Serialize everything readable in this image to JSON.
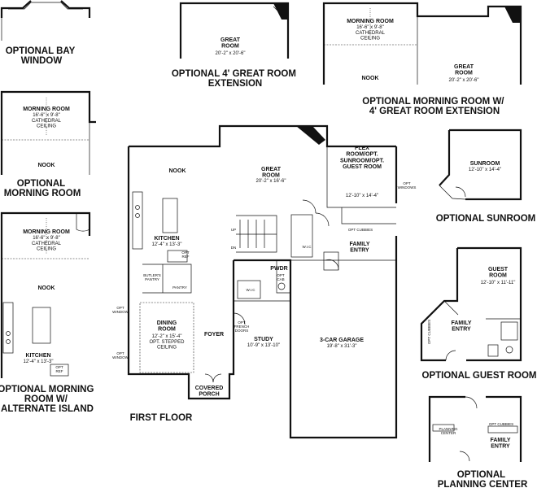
{
  "captions": {
    "bay_window": [
      "OPTIONAL BAY",
      "WINDOW"
    ],
    "great_room_ext": [
      "OPTIONAL 4' GREAT ROOM",
      "EXTENSION"
    ],
    "morning_room_ext": [
      "OPTIONAL MORNING ROOM W/",
      "4' GREAT ROOM EXTENSION"
    ],
    "morning_room": [
      "OPTIONAL",
      "MORNING ROOM"
    ],
    "sunroom": [
      "OPTIONAL SUNROOM"
    ],
    "alt_island": [
      "OPTIONAL MORNING",
      "ROOM W/",
      "ALTERNATE ISLAND"
    ],
    "first_floor": [
      "FIRST FLOOR"
    ],
    "guest_room": [
      "OPTIONAL GUEST ROOM"
    ],
    "planning_center": [
      "OPTIONAL",
      "PLANNING CENTER"
    ]
  },
  "rooms": {
    "ext_great": {
      "name": "GREAT\nROOM",
      "dim": "20'-2\" x 20'-6\""
    },
    "ext2_morning": {
      "name": "MORNING ROOM",
      "dim": "16'-6\" x 9'-8\"",
      "note": "CATHEDRAL\nCEILING"
    },
    "ext2_nook": {
      "name": "NOOK"
    },
    "ext2_great": {
      "name": "GREAT\nROOM",
      "dim": "20'-2\" x 20'-6\""
    },
    "mr_morning": {
      "name": "MORNING ROOM",
      "dim": "16'-6\" x 9'-8\"",
      "note": "CATHEDRAL\nCEILING"
    },
    "mr_nook": {
      "name": "NOOK"
    },
    "sun_sunroom": {
      "name": "SUNROOM",
      "dim": "12'-10\" x 14'-4\""
    },
    "alt_morning": {
      "name": "MORNING ROOM",
      "dim": "16'-6\" x 9'-8\"",
      "note": "CATHEDRAL\nCEILING"
    },
    "alt_nook": {
      "name": "NOOK"
    },
    "alt_kitchen": {
      "name": "KITCHEN",
      "dim": "12'-4\" x 13'-3\""
    },
    "ff_nook": {
      "name": "NOOK"
    },
    "ff_great": {
      "name": "GREAT\nROOM",
      "dim": "20'-2\" x 16'-6\""
    },
    "ff_flex": {
      "name": "FLEX\nROOM/OPT.\nSUNROOM/OPT.\nGUEST ROOM",
      "dim": "12'-10\" x 14'-4\""
    },
    "ff_kitchen": {
      "name": "KITCHEN",
      "dim": "12'-4\" x 13'-3\""
    },
    "ff_dining": {
      "name": "DINING\nROOM",
      "dim": "12'-2\" x 15'-4\"",
      "note": "OPT. STEPPED\nCEILING"
    },
    "ff_foyer": {
      "name": "FOYER"
    },
    "ff_study": {
      "name": "STUDY",
      "dim": "10'-9\" x 13'-10\""
    },
    "ff_garage": {
      "name": "3-CAR GARAGE",
      "dim": "19'-8\" x 31'-3\""
    },
    "ff_porch": {
      "name": "COVERED\nPORCH"
    },
    "ff_family": {
      "name": "FAMILY\nENTRY"
    },
    "ff_pwdr": {
      "name": "PWDR"
    },
    "ff_wic": {
      "name": "W.I.C"
    },
    "ff_wic2": {
      "name": "W.I.C"
    },
    "gr_guest": {
      "name": "GUEST\nROOM",
      "dim": "12'-10\" x 11'-11\""
    },
    "gr_family": {
      "name": "FAMILY\nENTRY"
    },
    "pc_family": {
      "name": "FAMILY\nENTRY"
    }
  },
  "notes": {
    "opt_window": "OPT\nWINDOW",
    "opt_windows": "OPT\nWINDOWS",
    "opt_cubbies": "OPT CUBBIES",
    "opt_ref": "OPT\nREF",
    "pantry": "PANTRY",
    "butlers_pantry": "BUTLER'S\nPANTRY",
    "opt_french_doors": "OPT\nFRENCH\nDOORS",
    "up": "UP",
    "dn": "DN",
    "opt_cab": "OPT\nCAB",
    "planning_center": "PLANNING\nCENTER"
  }
}
